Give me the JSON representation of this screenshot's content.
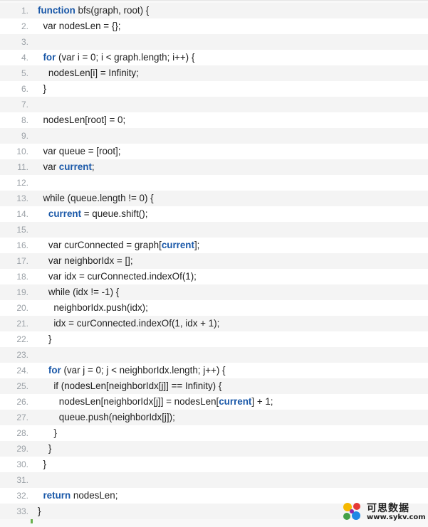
{
  "code": {
    "lines": [
      {
        "no": "1.",
        "tokens": [
          {
            "t": "function",
            "c": "kw"
          },
          {
            "t": " bfs(graph, root) {"
          }
        ]
      },
      {
        "no": "2.",
        "tokens": [
          {
            "t": "  var nodesLen = {};"
          }
        ]
      },
      {
        "no": "3.",
        "tokens": []
      },
      {
        "no": "4.",
        "tokens": [
          {
            "t": "  "
          },
          {
            "t": "for",
            "c": "kw"
          },
          {
            "t": " (var i = 0; i < graph.length; i++) {"
          }
        ]
      },
      {
        "no": "5.",
        "tokens": [
          {
            "t": "    nodesLen[i] = Infinity;"
          }
        ]
      },
      {
        "no": "6.",
        "tokens": [
          {
            "t": "  }"
          }
        ]
      },
      {
        "no": "7.",
        "tokens": []
      },
      {
        "no": "8.",
        "tokens": [
          {
            "t": "  nodesLen[root] = 0;"
          }
        ]
      },
      {
        "no": "9.",
        "tokens": []
      },
      {
        "no": "10.",
        "tokens": [
          {
            "t": "  var queue = [root];"
          }
        ]
      },
      {
        "no": "11.",
        "tokens": [
          {
            "t": "  var "
          },
          {
            "t": "current",
            "c": "hl"
          },
          {
            "t": ";"
          }
        ]
      },
      {
        "no": "12.",
        "tokens": []
      },
      {
        "no": "13.",
        "tokens": [
          {
            "t": "  while (queue.length != 0) {"
          }
        ]
      },
      {
        "no": "14.",
        "tokens": [
          {
            "t": "    "
          },
          {
            "t": "current",
            "c": "hl"
          },
          {
            "t": " = queue.shift();"
          }
        ]
      },
      {
        "no": "15.",
        "tokens": []
      },
      {
        "no": "16.",
        "tokens": [
          {
            "t": "    var curConnected = graph["
          },
          {
            "t": "current",
            "c": "hl"
          },
          {
            "t": "];"
          }
        ]
      },
      {
        "no": "17.",
        "tokens": [
          {
            "t": "    var neighborIdx = [];"
          }
        ]
      },
      {
        "no": "18.",
        "tokens": [
          {
            "t": "    var idx = curConnected.indexOf(1);"
          }
        ]
      },
      {
        "no": "19.",
        "tokens": [
          {
            "t": "    while (idx != -1) {"
          }
        ]
      },
      {
        "no": "20.",
        "tokens": [
          {
            "t": "      neighborIdx.push(idx);"
          }
        ]
      },
      {
        "no": "21.",
        "tokens": [
          {
            "t": "      idx = curConnected.indexOf(1, idx + 1);"
          }
        ]
      },
      {
        "no": "22.",
        "tokens": [
          {
            "t": "    }"
          }
        ]
      },
      {
        "no": "23.",
        "tokens": []
      },
      {
        "no": "24.",
        "tokens": [
          {
            "t": "    "
          },
          {
            "t": "for",
            "c": "kw"
          },
          {
            "t": " (var j = 0; j < neighborIdx.length; j++) {"
          }
        ]
      },
      {
        "no": "25.",
        "tokens": [
          {
            "t": "      if (nodesLen[neighborIdx[j]] == Infinity) {"
          }
        ]
      },
      {
        "no": "26.",
        "tokens": [
          {
            "t": "        nodesLen[neighborIdx[j]] = nodesLen["
          },
          {
            "t": "current",
            "c": "hl"
          },
          {
            "t": "] + 1;"
          }
        ]
      },
      {
        "no": "27.",
        "tokens": [
          {
            "t": "        queue.push(neighborIdx[j]);"
          }
        ]
      },
      {
        "no": "28.",
        "tokens": [
          {
            "t": "      }"
          }
        ]
      },
      {
        "no": "29.",
        "tokens": [
          {
            "t": "    }"
          }
        ]
      },
      {
        "no": "30.",
        "tokens": [
          {
            "t": "  }"
          }
        ]
      },
      {
        "no": "31.",
        "tokens": []
      },
      {
        "no": "32.",
        "tokens": [
          {
            "t": "  "
          },
          {
            "t": "return",
            "c": "kw"
          },
          {
            "t": " nodesLen;"
          }
        ]
      },
      {
        "no": "33.",
        "tokens": [
          {
            "t": "}"
          }
        ]
      }
    ]
  },
  "watermark": {
    "title": "可思数据",
    "url": "www.sykv.com",
    "logo_icon": "colorful-dots-logo-icon"
  },
  "colors": {
    "keyword": "#1a58a8",
    "gutter_bar": "#6ab04c",
    "line_number": "#9aa0a6"
  }
}
